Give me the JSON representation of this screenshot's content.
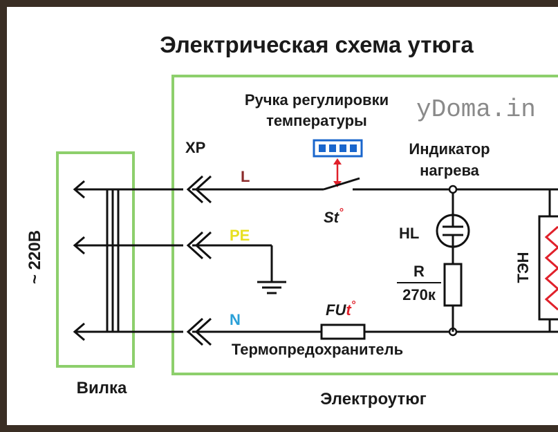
{
  "diagram": {
    "title": "Электрическая схема утюга",
    "knob_label_line1": "Ручка регулировки",
    "knob_label_line2": "температуры",
    "watermark": "yDoma.in",
    "xp": "XP",
    "indicator_line1": "Индикатор",
    "indicator_line2": "нагрева",
    "voltage": "~ 220В",
    "wire_L": "L",
    "wire_PE": "PE",
    "wire_N": "N",
    "st_label": "St",
    "st_sup": "°",
    "hl_label": "HL",
    "r_label": "R",
    "r_value": "270к",
    "heater_label": "ТЭН",
    "fu_label": "FU",
    "fu_t": "t",
    "fu_sup": "°",
    "fuse_caption": "Термопредохранитель",
    "plug_caption": "Вилка",
    "iron_caption": "Электроутюг",
    "colors": {
      "green_box": "#8dcf6c",
      "L": "#8b2a2a",
      "PE": "#e8e020",
      "N": "#2aa0d8",
      "knob": "#1a66cc",
      "arrow_red": "#e0202a",
      "heater": "#e0202a"
    }
  }
}
